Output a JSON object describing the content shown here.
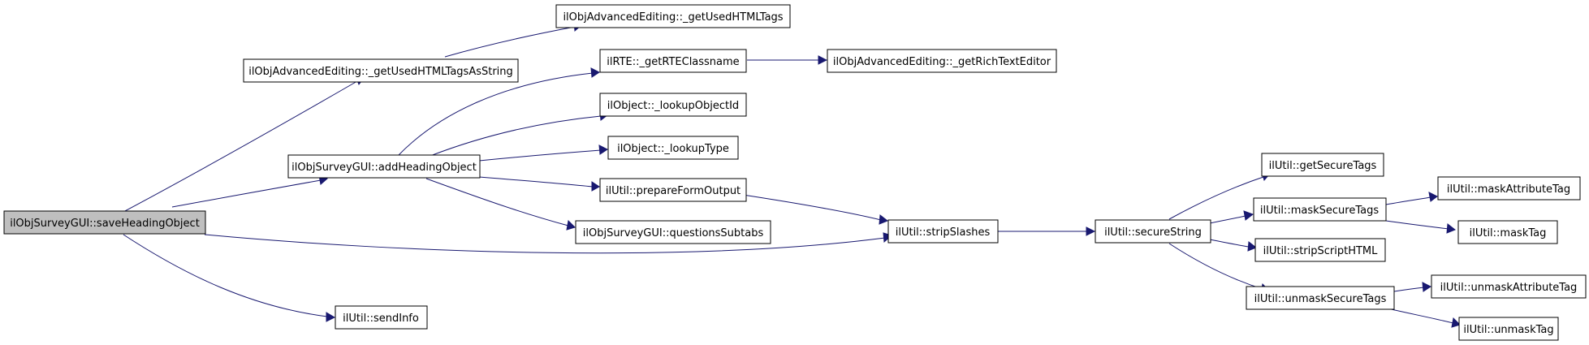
{
  "colors": {
    "edge": "#191970",
    "node_border": "#000000",
    "root_fill": "#bfbfbf",
    "node_fill": "#ffffff"
  },
  "nodes": {
    "n0": {
      "label": "ilObjSurveyGUI::saveHeadingObject"
    },
    "n1": {
      "label": "ilObjAdvancedEditing::_getUsedHTMLTagsAsString"
    },
    "n2": {
      "label": "ilObjAdvancedEditing::_getUsedHTMLTags"
    },
    "n3": {
      "label": "ilObjSurveyGUI::addHeadingObject"
    },
    "n4": {
      "label": "ilRTE::_getRTEClassname"
    },
    "n5": {
      "label": "ilObjAdvancedEditing::_getRichTextEditor"
    },
    "n6": {
      "label": "ilObject::_lookupObjectId"
    },
    "n7": {
      "label": "ilObject::_lookupType"
    },
    "n8": {
      "label": "ilUtil::prepareFormOutput"
    },
    "n9": {
      "label": "ilObjSurveyGUI::questionsSubtabs"
    },
    "n10": {
      "label": "ilUtil::stripSlashes"
    },
    "n11": {
      "label": "ilUtil::secureString"
    },
    "n12": {
      "label": "ilUtil::getSecureTags"
    },
    "n13": {
      "label": "ilUtil::maskSecureTags"
    },
    "n14": {
      "label": "ilUtil::maskAttributeTag"
    },
    "n15": {
      "label": "ilUtil::maskTag"
    },
    "n16": {
      "label": "ilUtil::stripScriptHTML"
    },
    "n17": {
      "label": "ilUtil::unmaskSecureTags"
    },
    "n18": {
      "label": "ilUtil::unmaskAttributeTag"
    },
    "n19": {
      "label": "ilUtil::unmaskTag"
    },
    "n20": {
      "label": "ilUtil::sendInfo"
    }
  },
  "edges": [
    {
      "from": "n0",
      "to": "n1"
    },
    {
      "from": "n0",
      "to": "n3"
    },
    {
      "from": "n0",
      "to": "n10"
    },
    {
      "from": "n0",
      "to": "n20"
    },
    {
      "from": "n1",
      "to": "n2"
    },
    {
      "from": "n3",
      "to": "n4"
    },
    {
      "from": "n3",
      "to": "n6"
    },
    {
      "from": "n3",
      "to": "n7"
    },
    {
      "from": "n3",
      "to": "n8"
    },
    {
      "from": "n3",
      "to": "n9"
    },
    {
      "from": "n4",
      "to": "n5"
    },
    {
      "from": "n8",
      "to": "n10"
    },
    {
      "from": "n10",
      "to": "n11"
    },
    {
      "from": "n11",
      "to": "n12"
    },
    {
      "from": "n11",
      "to": "n13"
    },
    {
      "from": "n11",
      "to": "n16"
    },
    {
      "from": "n11",
      "to": "n17"
    },
    {
      "from": "n13",
      "to": "n14"
    },
    {
      "from": "n13",
      "to": "n15"
    },
    {
      "from": "n17",
      "to": "n18"
    },
    {
      "from": "n17",
      "to": "n19"
    }
  ]
}
